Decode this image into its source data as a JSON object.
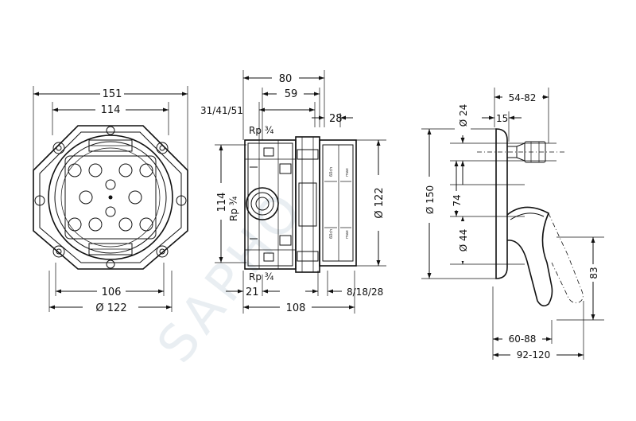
{
  "watermark": "SAPHO",
  "front_view": {
    "d151": "151",
    "d114": "114",
    "d106": "106",
    "d122": "Ø 122"
  },
  "side_view": {
    "d80": "80",
    "d59": "59",
    "d315": "31/41/51",
    "d28": "28",
    "rp_top": "Rp ¾",
    "rp_mid": "Rp ¾",
    "rp_bot": "Rp ¾",
    "d114v": "114",
    "d122v": "Ø 122",
    "d21": "21",
    "d108": "108",
    "d81828": "8/18/28"
  },
  "right_view": {
    "d5482": "54-82",
    "d24": "Ø 24",
    "d15": "15",
    "d150": "Ø 150",
    "d74": "74",
    "d44": "Ø 44",
    "d83": "83",
    "d6088": "60-88",
    "d92120": "92-120"
  }
}
